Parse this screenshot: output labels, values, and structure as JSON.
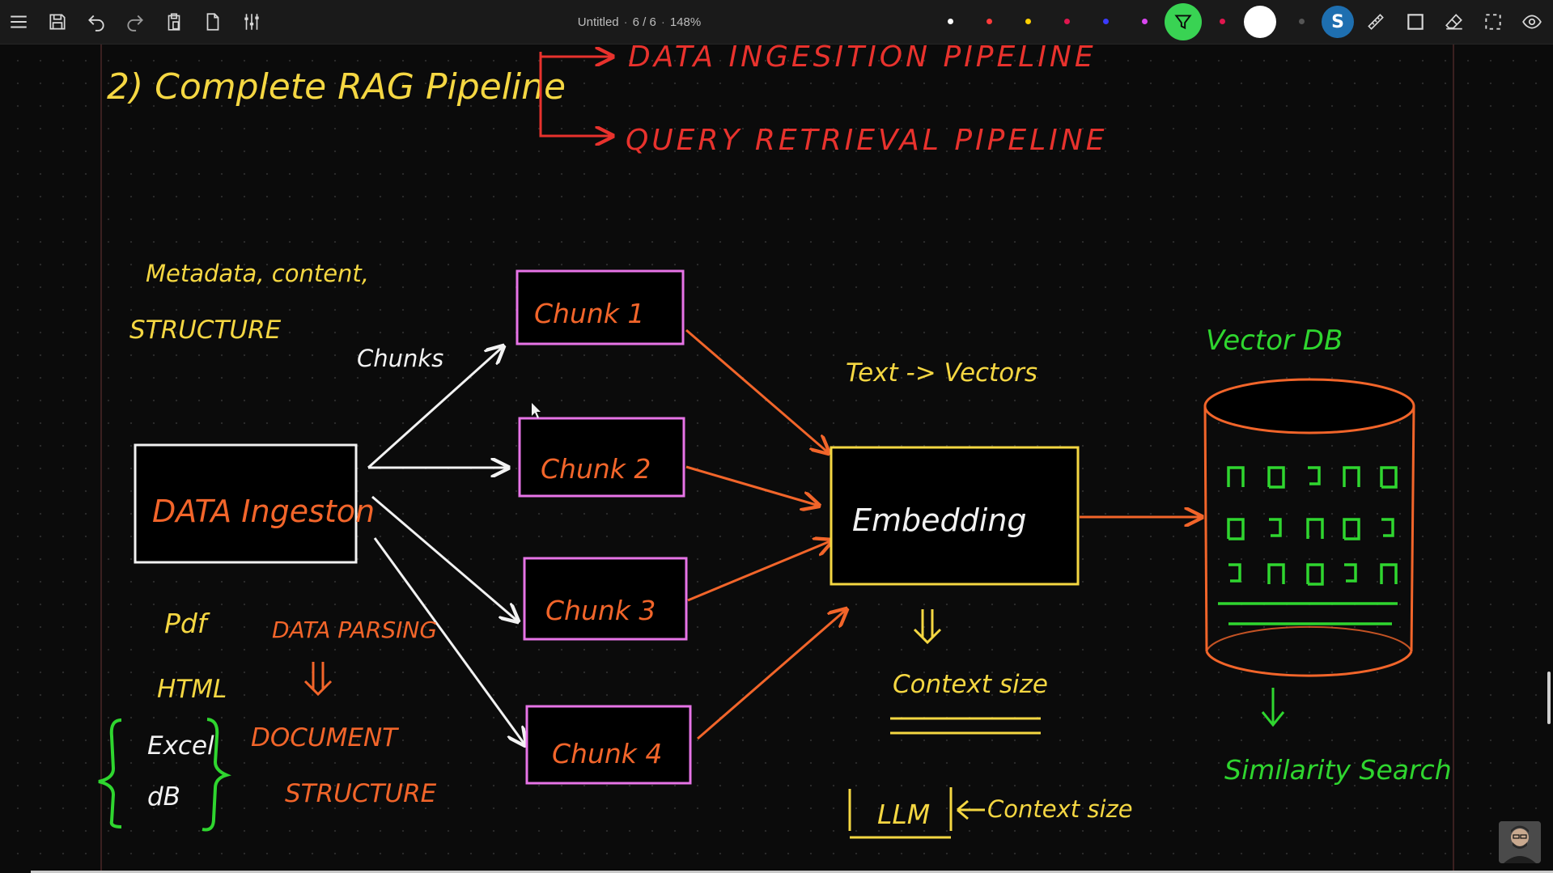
{
  "toolbar": {
    "doc_title": "Untitled",
    "page_indicator": "6 / 6",
    "zoom": "148%",
    "left_tools": [
      "menu-icon",
      "save-icon",
      "undo-icon",
      "redo-icon",
      "paste-icon",
      "new-page-icon",
      "settings-sliders-icon"
    ],
    "right_tools": [
      "lasso-pen-icon",
      "ruler-icon",
      "shape-square-icon",
      "eraser-icon",
      "selection-icon",
      "view-eye-icon"
    ],
    "palette": [
      "#ffffff",
      "#ff3b3b",
      "#ffd000",
      "#e0164e",
      "#3b3bff",
      "#d946ef",
      "#888888"
    ],
    "active_pen_color": "#39d353",
    "pen_size_color": "#ffffff",
    "brand_accent": "#1e6fb0"
  },
  "canvas": {
    "heading": "2) Complete RAG Pipeline",
    "pipeline_1": "DATA INGESITION PIPELINE",
    "pipeline_2": "QUERY RETRIEVAL PIPELINE",
    "note_metadata": "Metadata, content,",
    "note_structure": "STRUCTURE",
    "chunks_label": "Chunks",
    "data_ingestion_box": "DATA Ingeston",
    "chunk1": "Chunk 1",
    "chunk2": "Chunk 2",
    "chunk3": "Chunk 3",
    "chunk4": "Chunk 4",
    "text_to_vectors": "Text -> Vectors",
    "embedding": "Embedding",
    "context_size": "Context size",
    "llm_box": "LLM",
    "llm_context": "Context size",
    "vector_db": "Vector DB",
    "similarity": "Similarity Search",
    "src_pdf": "Pdf",
    "src_html": "HTML",
    "src_excel": "Excel",
    "src_db": "dB",
    "data_parsing": "DATA PARSING",
    "doc_structure_1": "DOCUMENT",
    "doc_structure_2": "STRUCTURE"
  },
  "colors": {
    "yellow": "#f5d742",
    "red": "#e8322d",
    "orange": "#f2652a",
    "white": "#f2f2f2",
    "green": "#2fd62f",
    "pink": "#e774e7"
  }
}
